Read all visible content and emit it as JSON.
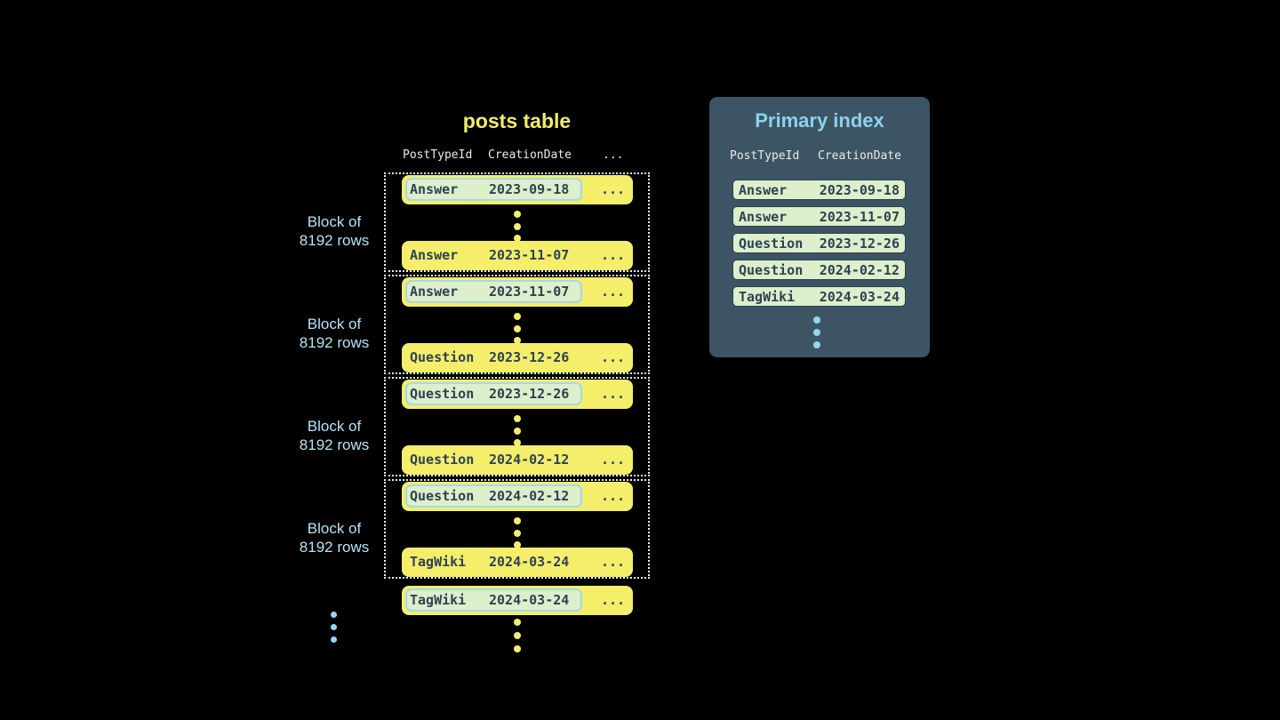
{
  "posts_table": {
    "title": "posts table",
    "columns": [
      "PostTypeId",
      "CreationDate"
    ],
    "columns_ellipsis": "...",
    "row_ellipsis": "...",
    "block_label_line1": "Block of",
    "block_label_line2": "8192 rows",
    "blocks": [
      {
        "first_row": {
          "post_type": "Answer",
          "creation_date": "2023-09-18",
          "highlighted": true
        },
        "last_row": {
          "post_type": "Answer",
          "creation_date": "2023-11-07",
          "highlighted": false
        }
      },
      {
        "first_row": {
          "post_type": "Answer",
          "creation_date": "2023-11-07",
          "highlighted": true
        },
        "last_row": {
          "post_type": "Question",
          "creation_date": "2023-12-26",
          "highlighted": false
        }
      },
      {
        "first_row": {
          "post_type": "Question",
          "creation_date": "2023-12-26",
          "highlighted": true
        },
        "last_row": {
          "post_type": "Question",
          "creation_date": "2024-02-12",
          "highlighted": false
        }
      },
      {
        "first_row": {
          "post_type": "Question",
          "creation_date": "2024-02-12",
          "highlighted": true
        },
        "last_row": {
          "post_type": "TagWiki",
          "creation_date": "2024-03-24",
          "highlighted": false
        }
      }
    ],
    "overflow_row": {
      "post_type": "TagWiki",
      "creation_date": "2024-03-24",
      "highlighted": true
    }
  },
  "primary_index": {
    "title": "Primary index",
    "columns": [
      "PostTypeId",
      "CreationDate"
    ],
    "rows": [
      {
        "post_type": "Answer",
        "creation_date": "2023-09-18"
      },
      {
        "post_type": "Answer",
        "creation_date": "2023-11-07"
      },
      {
        "post_type": "Question",
        "creation_date": "2023-12-26"
      },
      {
        "post_type": "Question",
        "creation_date": "2024-02-12"
      },
      {
        "post_type": "TagWiki",
        "creation_date": "2024-03-24"
      }
    ]
  },
  "colors": {
    "background": "#000000",
    "row_yellow": "#f4ee6b",
    "row_text": "#2e4254",
    "highlight_green": "#ddefcb",
    "highlight_border": "#a5d8e9",
    "block_border": "#dff1f8",
    "label_blue": "#b5e3f6",
    "panel_background": "#3d5464",
    "panel_title_blue": "#8ad2ef",
    "header_text": "#e9ecec",
    "pill_border": "#2c4050",
    "dot_blue": "#93d6ef"
  }
}
